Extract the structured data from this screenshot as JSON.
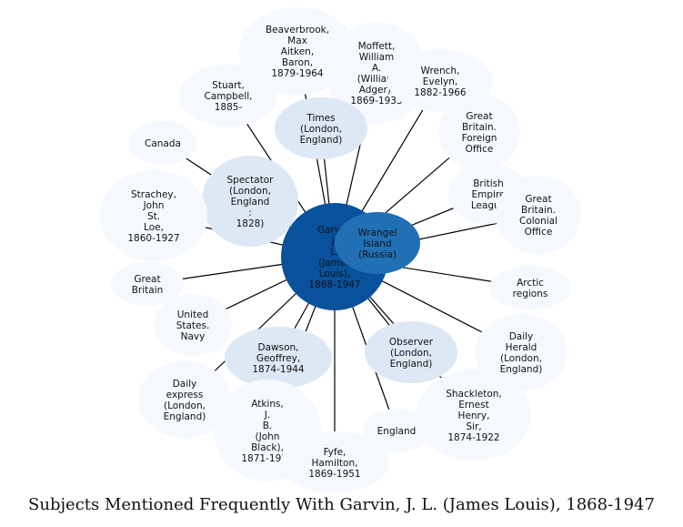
{
  "caption": "Subjects Mentioned Frequently With Garvin, J. L. (James Louis), 1868-1947",
  "colors": {
    "edge": "#000000",
    "fill_faint": "#f5f9fe",
    "fill_light": "#dce8f4",
    "fill_mid": "#2170b5",
    "fill_dark": "#08519c"
  },
  "nodes": [
    {
      "id": "beaverbrook",
      "label": [
        "Beaverbrook,",
        "Max",
        "Aitken,",
        "Baron,",
        "1879-1964"
      ],
      "shade": "faint"
    },
    {
      "id": "moffett",
      "label": [
        "Moffett,",
        "William",
        "A.",
        "(William",
        "Adger),",
        "1869-1933"
      ],
      "shade": "faint"
    },
    {
      "id": "wrench",
      "label": [
        "Wrench,",
        "Evelyn,",
        "1882-1966"
      ],
      "shade": "faint"
    },
    {
      "id": "stuart",
      "label": [
        "Stuart,",
        "Campbell,",
        "1885-"
      ],
      "shade": "faint"
    },
    {
      "id": "times",
      "label": [
        "Times",
        "(London,",
        "England)"
      ],
      "shade": "light"
    },
    {
      "id": "foreign-office",
      "label": [
        "Great",
        "Britain.",
        "Foreign",
        "Office"
      ],
      "shade": "faint"
    },
    {
      "id": "canada",
      "label": [
        "Canada"
      ],
      "shade": "faint"
    },
    {
      "id": "spectator",
      "label": [
        "Spectator",
        "(London,",
        "England",
        ":",
        "1828)"
      ],
      "shade": "light"
    },
    {
      "id": "empire-league",
      "label": [
        "British",
        "Empire",
        "League"
      ],
      "shade": "faint"
    },
    {
      "id": "colonial-office",
      "label": [
        "Great",
        "Britain.",
        "Colonial",
        "Office"
      ],
      "shade": "faint"
    },
    {
      "id": "strachey",
      "label": [
        "Strachey,",
        "John",
        "St.",
        "Loe,",
        "1860-1927"
      ],
      "shade": "faint"
    },
    {
      "id": "garvin",
      "label": [
        "Garvin,",
        "J.",
        "L.",
        "(James",
        "Louis),",
        "1868-1947"
      ],
      "shade": "dark"
    },
    {
      "id": "wrangel",
      "label": [
        "Wrangel",
        "Island",
        "(Russia)"
      ],
      "shade": "mid"
    },
    {
      "id": "great-britain",
      "label": [
        "Great",
        "Britain"
      ],
      "shade": "faint"
    },
    {
      "id": "arctic",
      "label": [
        "Arctic",
        "regions"
      ],
      "shade": "faint"
    },
    {
      "id": "navy",
      "label": [
        "United",
        "States.",
        "Navy"
      ],
      "shade": "faint"
    },
    {
      "id": "dawson",
      "label": [
        "Dawson,",
        "Geoffrey,",
        "1874-1944"
      ],
      "shade": "light"
    },
    {
      "id": "observer",
      "label": [
        "Observer",
        "(London,",
        "England)"
      ],
      "shade": "light"
    },
    {
      "id": "daily-herald",
      "label": [
        "Daily",
        "Herald",
        "(London,",
        "England)"
      ],
      "shade": "faint"
    },
    {
      "id": "daily-express",
      "label": [
        "Daily",
        "express",
        "(London,",
        "England)"
      ],
      "shade": "faint"
    },
    {
      "id": "atkins",
      "label": [
        "Atkins,",
        "J.",
        "B.",
        "(John",
        "Black),",
        "1871-1954"
      ],
      "shade": "faint"
    },
    {
      "id": "shackleton",
      "label": [
        "Shackleton,",
        "Ernest",
        "Henry,",
        "Sir,",
        "1874-1922"
      ],
      "shade": "faint"
    },
    {
      "id": "england",
      "label": [
        "England"
      ],
      "shade": "faint"
    },
    {
      "id": "fyfe",
      "label": [
        "Fyfe,",
        "Hamilton,",
        "1869-1951"
      ],
      "shade": "faint"
    }
  ],
  "edges": [
    [
      "garvin",
      "beaverbrook"
    ],
    [
      "garvin",
      "moffett"
    ],
    [
      "garvin",
      "wrench"
    ],
    [
      "garvin",
      "stuart"
    ],
    [
      "garvin",
      "times"
    ],
    [
      "garvin",
      "foreign-office"
    ],
    [
      "garvin",
      "canada"
    ],
    [
      "garvin",
      "spectator"
    ],
    [
      "garvin",
      "empire-league"
    ],
    [
      "garvin",
      "colonial-office"
    ],
    [
      "garvin",
      "strachey"
    ],
    [
      "garvin",
      "wrangel"
    ],
    [
      "garvin",
      "great-britain"
    ],
    [
      "garvin",
      "arctic"
    ],
    [
      "garvin",
      "navy"
    ],
    [
      "garvin",
      "dawson"
    ],
    [
      "garvin",
      "observer"
    ],
    [
      "garvin",
      "daily-herald"
    ],
    [
      "garvin",
      "daily-express"
    ],
    [
      "garvin",
      "atkins"
    ],
    [
      "garvin",
      "shackleton"
    ],
    [
      "garvin",
      "england"
    ],
    [
      "garvin",
      "fyfe"
    ]
  ]
}
